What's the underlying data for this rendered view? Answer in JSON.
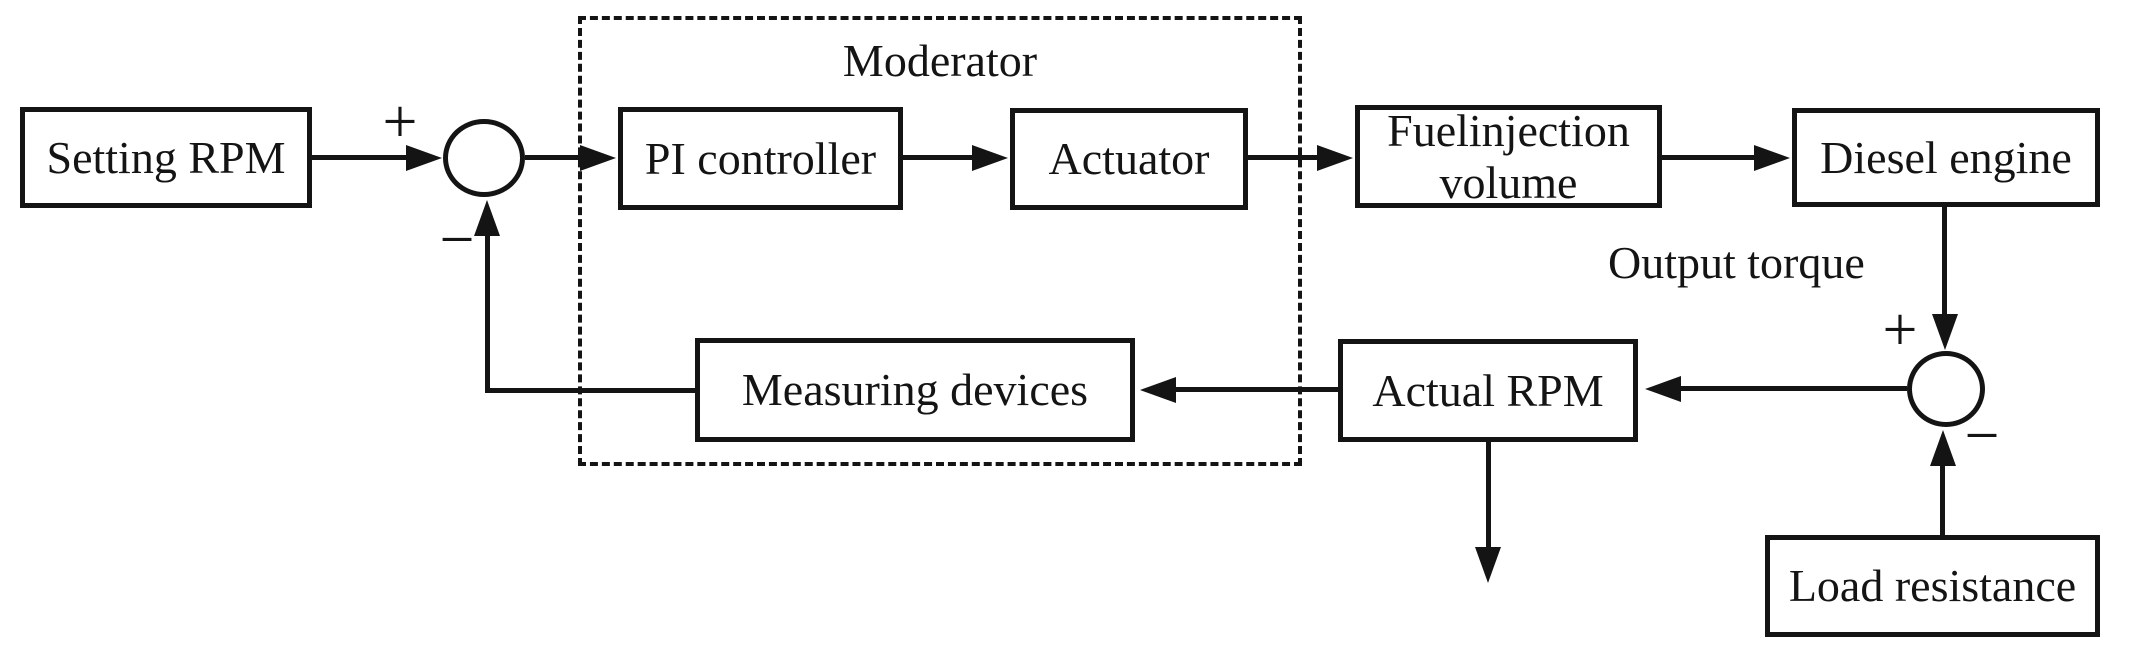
{
  "nodes": {
    "setting_rpm": "Setting RPM",
    "pi_controller": "PI controller",
    "actuator": "Actuator",
    "fuel_injection_volume": "Fuelinjection volume",
    "diesel_engine": "Diesel engine",
    "measuring_devices": "Measuring devices",
    "actual_rpm": "Actual RPM",
    "load_resistance": "Load resistance"
  },
  "labels": {
    "moderator": "Moderator",
    "output_torque": "Output torque"
  },
  "signs": {
    "sum1_plus": "+",
    "sum1_minus": "−",
    "sum2_plus": "+",
    "sum2_minus": "−"
  },
  "edges": [
    {
      "from": "Setting RPM",
      "to": "sum-junction-1",
      "sign": "+"
    },
    {
      "from": "sum-junction-1",
      "to": "PI controller"
    },
    {
      "from": "PI controller",
      "to": "Actuator"
    },
    {
      "from": "Actuator",
      "to": "Fuelinjection volume"
    },
    {
      "from": "Fuelinjection volume",
      "to": "Diesel engine"
    },
    {
      "from": "Diesel engine",
      "to": "sum-junction-2",
      "sign": "+",
      "label": "Output torque"
    },
    {
      "from": "Load resistance",
      "to": "sum-junction-2",
      "sign": "−"
    },
    {
      "from": "sum-junction-2",
      "to": "Actual RPM"
    },
    {
      "from": "Actual RPM",
      "to": "Measuring devices"
    },
    {
      "from": "Measuring devices",
      "to": "sum-junction-1",
      "sign": "−"
    },
    {
      "from": "Actual RPM",
      "to": "output-down-arrow"
    }
  ],
  "colors": {
    "line": "#141414",
    "background": "#ffffff"
  }
}
